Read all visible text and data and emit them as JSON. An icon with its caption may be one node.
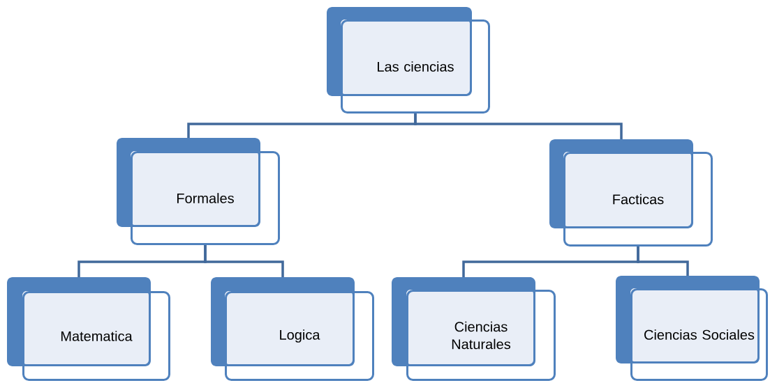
{
  "diagram": {
    "nodes": [
      {
        "text": [
          "Las ciencias"
        ]
      },
      {
        "text": [
          "Formales"
        ]
      },
      {
        "text": [
          "Facticas"
        ]
      },
      {
        "text": [
          "Matematica"
        ]
      },
      {
        "text": [
          "Logica"
        ]
      },
      {
        "text": [
          "Ciencias Naturales"
        ]
      },
      {
        "text": [
          "Ciencias Sociales"
        ]
      }
    ],
    "edges": [
      {
        "from": 0,
        "to": 1,
        "arrow": "none"
      },
      {
        "from": 0,
        "to": 2,
        "arrow": "none"
      },
      {
        "from": 1,
        "to": 3,
        "arrow": "none"
      },
      {
        "from": 1,
        "to": 4,
        "arrow": "none"
      },
      {
        "from": 2,
        "to": 5,
        "arrow": "none"
      },
      {
        "from": 2,
        "to": 6,
        "arrow": "none"
      }
    ]
  }
}
